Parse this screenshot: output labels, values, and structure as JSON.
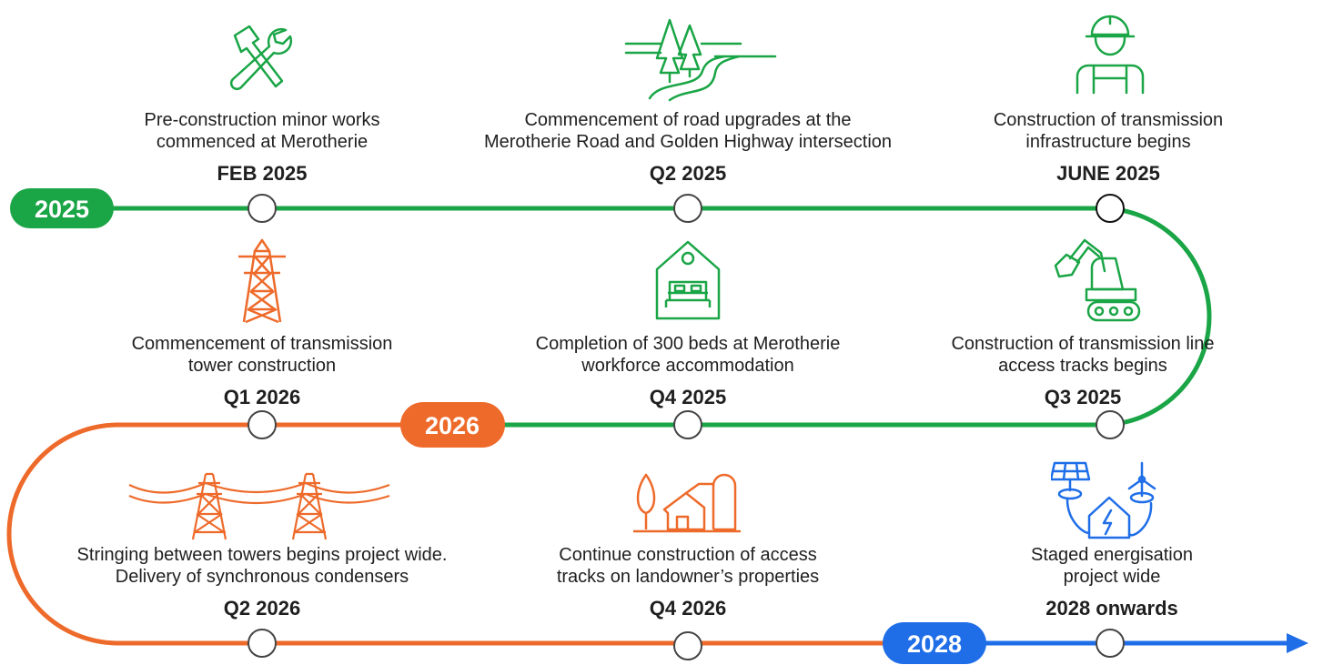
{
  "colors": {
    "green": "#1aa546",
    "orange": "#ee6a2a",
    "blue": "#1f6ee8",
    "node_fill": "#ffffff",
    "node_stroke": "#444444"
  },
  "years": [
    {
      "label": "2025",
      "color": "green"
    },
    {
      "label": "2026",
      "color": "orange"
    },
    {
      "label": "2028",
      "color": "blue"
    }
  ],
  "milestones": [
    {
      "text": "Pre-construction minor works\ncommenced at Merotherie",
      "date": "FEB 2025",
      "icon": "tools-icon"
    },
    {
      "text": "Commencement of road upgrades at the\nMerotherie Road and Golden Highway intersection",
      "date": "Q2 2025",
      "icon": "road-trees-icon"
    },
    {
      "text": "Construction of transmission\ninfrastructure begins",
      "date": "JUNE 2025",
      "icon": "worker-icon"
    },
    {
      "text": "Construction of transmission line\naccess tracks begins",
      "date": "Q3 2025",
      "icon": "excavator-icon"
    },
    {
      "text": "Completion of 300 beds at Merotherie\nworkforce accommodation",
      "date": "Q4 2025",
      "icon": "house-bed-icon"
    },
    {
      "text": "Commencement of transmission\ntower construction",
      "date": "Q1 2026",
      "icon": "transmission-tower-icon"
    },
    {
      "text": "Stringing between towers begins project wide.\nDelivery of synchronous condensers",
      "date": "Q2 2026",
      "icon": "power-lines-icon"
    },
    {
      "text": "Continue construction of access\ntracks on landowner’s properties",
      "date": "Q4 2026",
      "icon": "farm-icon"
    },
    {
      "text": "Staged energisation\nproject wide",
      "date": "2028 onwards",
      "icon": "energy-network-icon"
    }
  ]
}
